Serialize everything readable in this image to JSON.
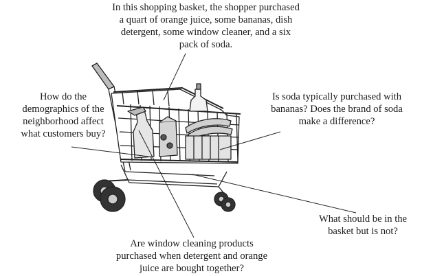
{
  "captions": {
    "top": [
      "In this shopping basket, the shopper purchased",
      "a quart of orange juice, some bananas, dish",
      "detergent, some window cleaner, and a six",
      "pack of soda."
    ],
    "left": [
      "How do the",
      "demographics of the",
      "neighborhood affect",
      "what customers buy?"
    ],
    "right": [
      "Is soda typically purchased with",
      "bananas?  Does the brand of soda",
      "make a difference?"
    ],
    "bottom_right": [
      "What should be in the",
      "basket but is not?"
    ],
    "bottom": [
      "Are window cleaning products",
      "purchased when detergent and orange",
      "juice are bought together?"
    ]
  }
}
